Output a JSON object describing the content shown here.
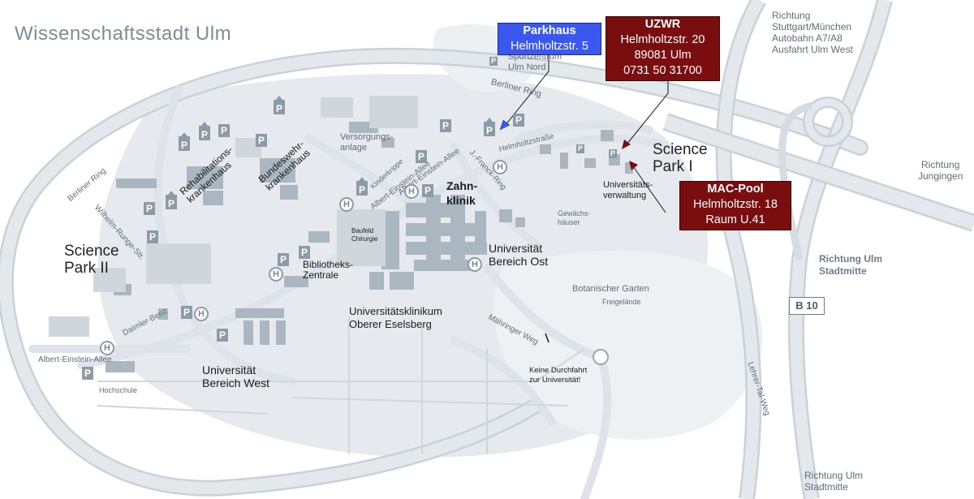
{
  "title": "Wissenschaftsstadt Ulm",
  "callouts": {
    "parkhaus": {
      "title": "Parkhaus",
      "lines": [
        "Helmholtzstr. 5"
      ],
      "color": "#3a57f0"
    },
    "uzwr": {
      "title": "UZWR",
      "lines": [
        "Helmholtzstr. 20",
        "89081 Ulm",
        "0731 50 31700"
      ],
      "color": "#7a0d0d"
    },
    "macpool": {
      "title": "MAC-Pool",
      "lines": [
        "Helmholtzstr. 18",
        "Raum U.41"
      ],
      "color": "#7a0d0d"
    }
  },
  "areas": {
    "science_park_1": [
      "Science",
      "Park I"
    ],
    "science_park_2": [
      "Science",
      "Park II"
    ],
    "zahnklinik": [
      "Zahn-",
      "klinik"
    ],
    "uni_ost": [
      "Universität",
      "Bereich Ost"
    ],
    "uni_west": [
      "Universität",
      "Bereich West"
    ],
    "klinikum": [
      "Universitätsklinikum",
      "Oberer Eselsberg"
    ]
  },
  "places": {
    "versorgung": [
      "Versorgungs-",
      "anlage"
    ],
    "sportzentrum": [
      "Sportzentrum",
      "Ulm Nord"
    ],
    "reha": [
      "Rehabilitations-",
      "krankenhaus"
    ],
    "bw": [
      "Bundeswehr-",
      "krankenhaus"
    ],
    "bibliothek": [
      "Bibliotheks-",
      "Zentrale"
    ],
    "verwaltung": [
      "Universitäts-",
      "verwaltung"
    ],
    "gewaechs": [
      "Gewächs-",
      "häuser"
    ],
    "botanisch": "Botanischer Garten",
    "freigelaende": "Freigelände",
    "baufeld": [
      "Baufeld",
      "Chirurgie"
    ],
    "hochschule": "Hochschule",
    "keine_durchfahrt": [
      "Keine Durchfahrt",
      "zur Universität!"
    ]
  },
  "streets": {
    "berliner_ring_top": "Berliner Ring",
    "berliner_ring_left": "Berliner Ring",
    "helmholtz": "Helmholtzstraße",
    "franck": "J.-Franck-Ring",
    "kinderkrippe": "Kinderkrippe",
    "albert_einstein_1": "Albert-Einstein-Allee",
    "albert_einstein_2": "Albert-Einstein-Allee",
    "albert_einstein_3": "Albert-Einstein-Allee",
    "wilhelm_runge": "Wilhelm-Runge-Str.",
    "daimler_benz": "Daimler-Benz",
    "mahringer": "Mähringer Weg",
    "lehrer_tal": "Lehrer-Tal-Weg"
  },
  "directions": {
    "stuttgart": [
      "Richtung",
      "Stuttgart/München",
      "Autobahn A7/A8",
      "Ausfahrt Ulm West"
    ],
    "jungingen": [
      "Richtung",
      "Jungingen"
    ],
    "ulm_mitte_1": [
      "Richtung Ulm",
      "Stadtmitte"
    ],
    "ulm_mitte_2": [
      "Richtung Ulm",
      "Stadtmitte"
    ]
  },
  "road_sign": "B 10",
  "icons": {
    "parking": "P",
    "hospital": "H"
  },
  "colors": {
    "road": "#d9e0e6",
    "terrain": "#e4e8ec",
    "building": "#a9b6bf",
    "label": "#5f6d78"
  }
}
